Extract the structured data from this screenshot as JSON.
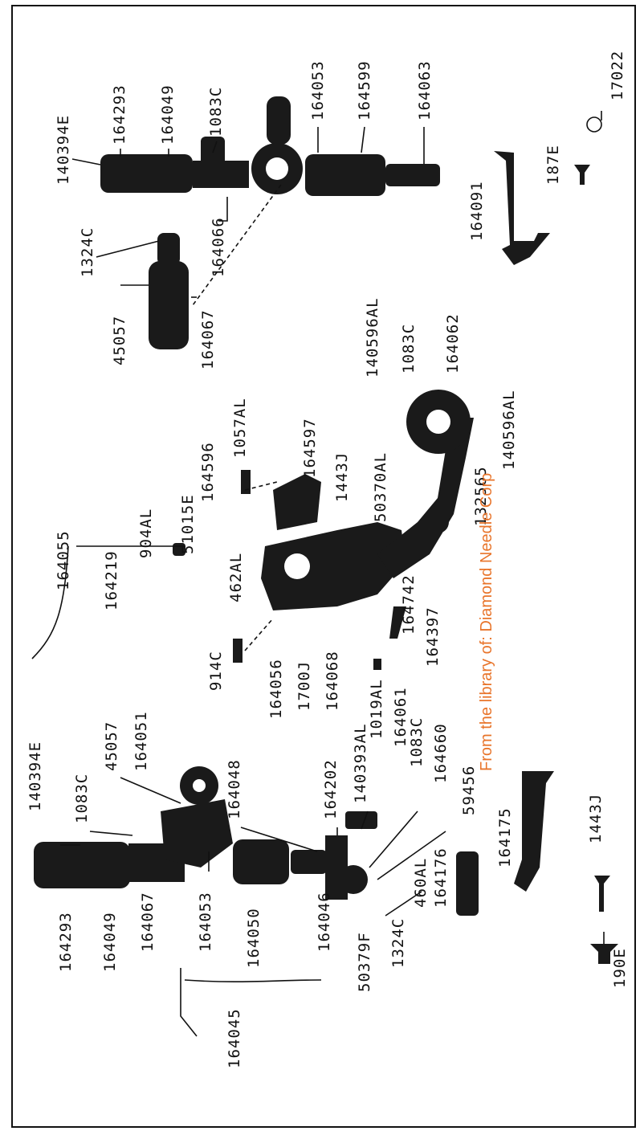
{
  "watermark": "From the library of: Diamond Needle Corp",
  "callouts": {
    "top_assembly": [
      "140394E",
      "164293",
      "164049",
      "1083C",
      "164053",
      "164599",
      "164063",
      "17022",
      "164066",
      "164091",
      "187E",
      "1324C",
      "45057",
      "164067"
    ],
    "middle_assembly": [
      "140596AL",
      "1083C",
      "164062",
      "140596AL",
      "1057AL",
      "164597",
      "164596",
      "1443J",
      "50370AL",
      "132565",
      "51015E",
      "904AL",
      "164219",
      "164055",
      "462AL",
      "164742",
      "164397",
      "914C",
      "164056",
      "1700J",
      "164068",
      "1019AL"
    ],
    "bottom_assembly": [
      "140394E",
      "1083C",
      "45057",
      "164051",
      "164293",
      "164049",
      "164067",
      "164053",
      "164050",
      "164048",
      "164202",
      "140393AL",
      "164061",
      "1083C",
      "164660",
      "59456",
      "460AL",
      "164176",
      "164046",
      "50379F",
      "1324C",
      "164175",
      "1443J",
      "190E",
      "164045"
    ]
  }
}
